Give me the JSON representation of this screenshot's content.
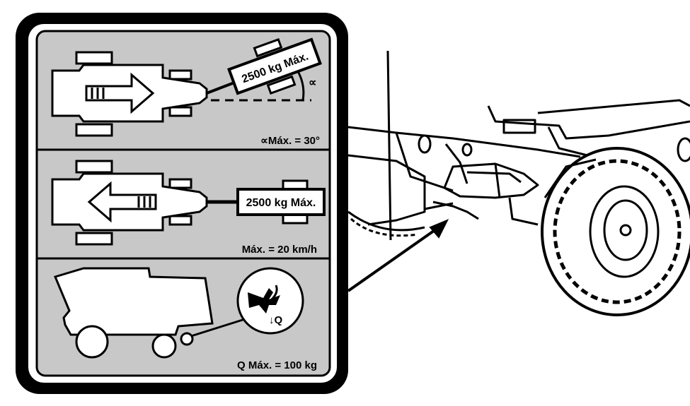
{
  "decal": {
    "panel_top": {
      "load_label": "2500 kg Máx.",
      "angle_symbol": "∝",
      "angle_note": "∝Máx. = 30°"
    },
    "panel_middle": {
      "load_label": "2500 kg Máx.",
      "speed_note": "Máx. = 20 km/h"
    },
    "panel_bottom": {
      "hitch_load_symbol": "↓Q",
      "load_note": "Q Máx. = 100 kg"
    }
  },
  "colors": {
    "decal_background": "#c8c8c8",
    "outline": "#000000",
    "page": "#ffffff"
  }
}
